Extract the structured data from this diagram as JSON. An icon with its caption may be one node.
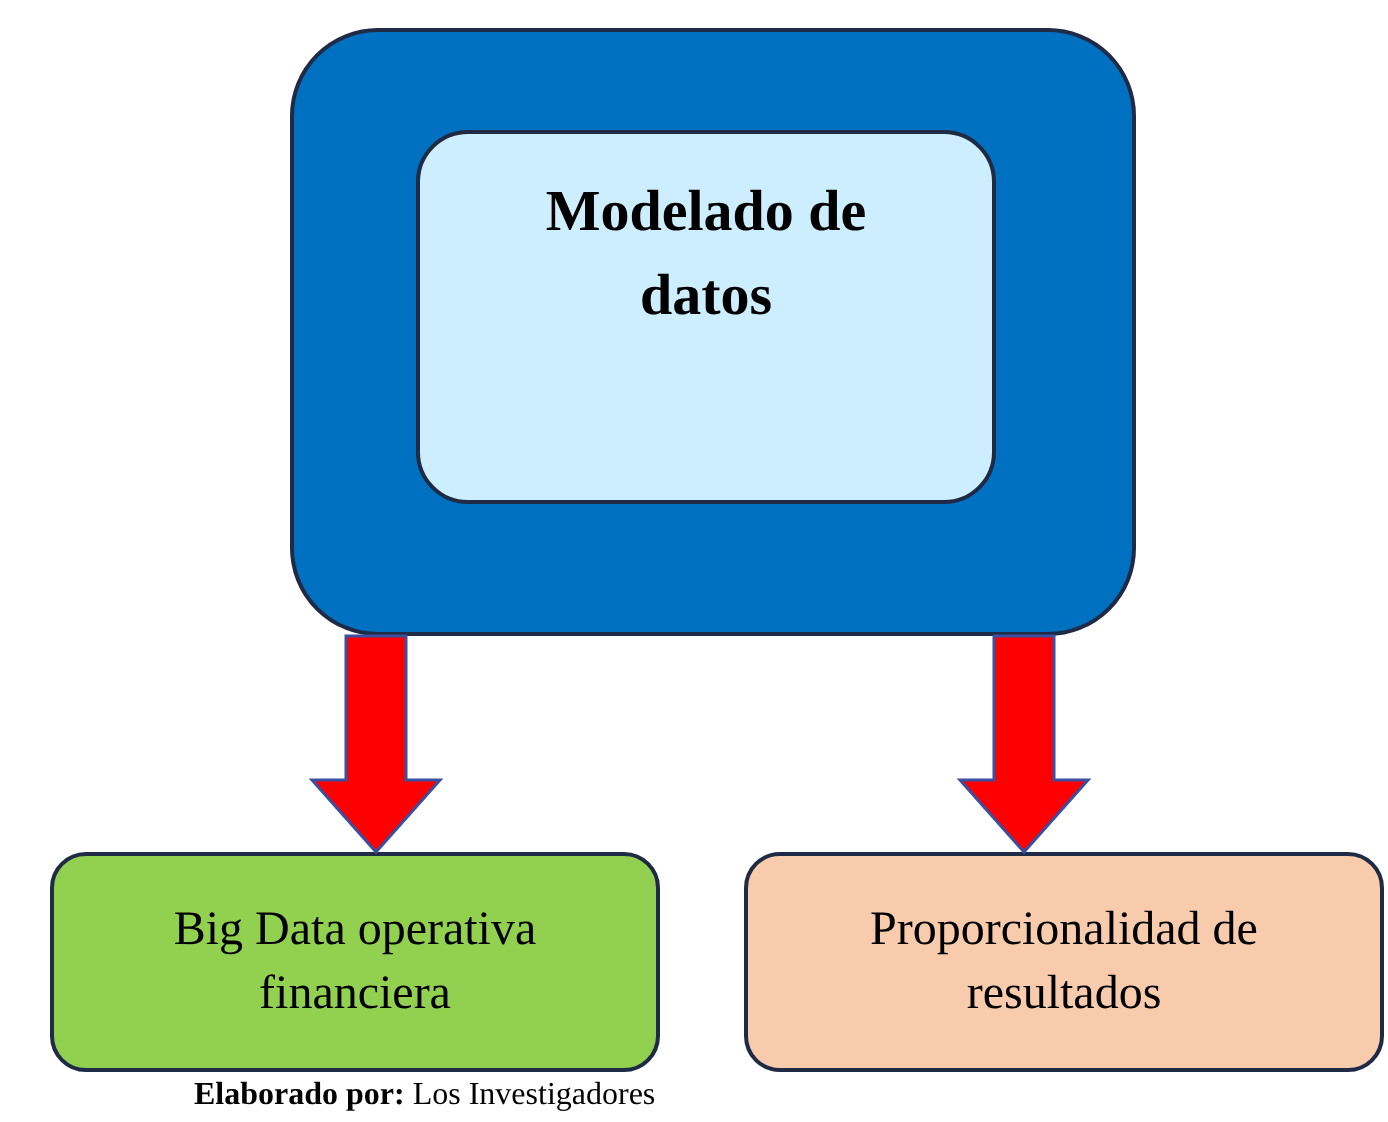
{
  "diagram": {
    "caption": "**Elaborado por:** Los Investigadores",
    "nodes": [
      {
        "text": [],
        "shape": "box"
      },
      {
        "text": [
          "Modelado de datos"
        ],
        "in": 0
      },
      {
        "text": [
          "Big Data operativa financiera"
        ]
      },
      {
        "text": [
          "Proporcionalidad de resultados"
        ]
      }
    ],
    "edges": [
      {
        "from": 0,
        "to": 2,
        "arrow": "to",
        "style": "thick"
      },
      {
        "from": 0,
        "to": 3,
        "arrow": "to",
        "style": "thick"
      }
    ]
  }
}
